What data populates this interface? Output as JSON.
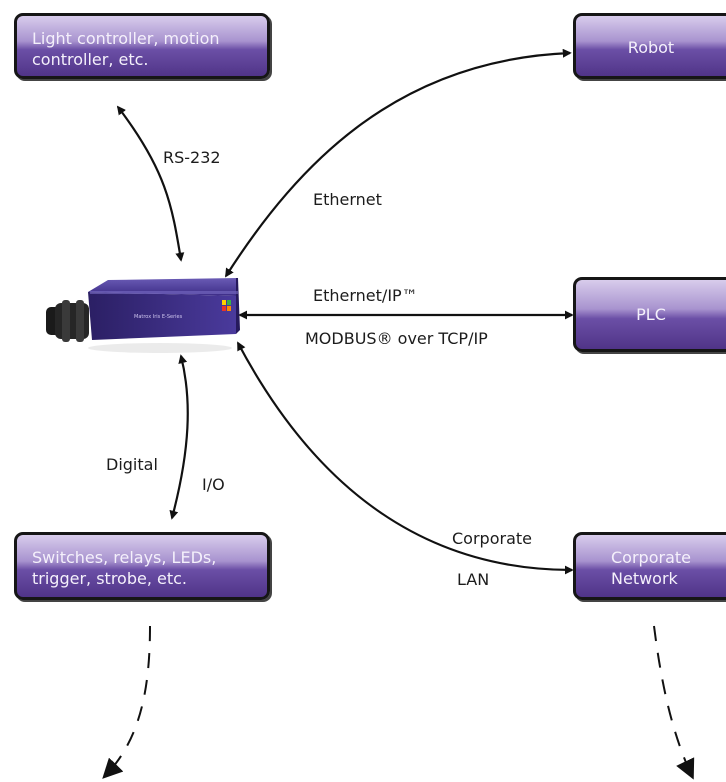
{
  "boxes": {
    "light_controller": {
      "line1": "Light controller, motion",
      "line2": "controller, etc."
    },
    "robot": {
      "line1": "Robot"
    },
    "plc": {
      "line1": "PLC"
    },
    "switches": {
      "line1": "Switches, relays, LEDs,",
      "line2": "trigger, strobe, etc."
    },
    "corporate_network": {
      "line1": "Corporate",
      "line2": "Network"
    }
  },
  "links": {
    "rs232": "RS-232",
    "ethernet": "Ethernet",
    "ethernet_ip": "Ethernet/IP™",
    "modbus": "MODBUS® over TCP/IP",
    "digital": "Digital",
    "io": "I/O",
    "corporate": "Corporate",
    "lan": "LAN"
  },
  "camera": {
    "brand_text": "Matrox Iris E-Series"
  },
  "colors": {
    "box_top": "#d8ccec",
    "box_bottom": "#503488",
    "camera_body": "#3f2f8a",
    "line": "#111111"
  }
}
